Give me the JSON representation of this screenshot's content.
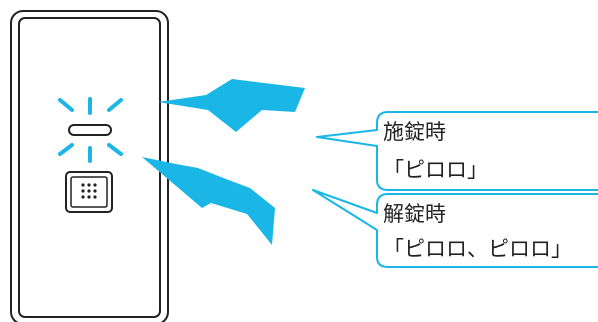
{
  "colors": {
    "accent": "#1ab6e6",
    "outline": "#222222",
    "background": "#ffffff"
  },
  "callouts": [
    {
      "title": "施錠時",
      "sound": "「ピロロ」"
    },
    {
      "title": "解錠時",
      "sound": "「ピロロ、ピロロ」"
    }
  ],
  "icons": {
    "device": "lock-device-icon",
    "indicator": "indicator-light-icon",
    "keypad": "keypad-button-icon",
    "signal": "signal-bolt-icon"
  }
}
